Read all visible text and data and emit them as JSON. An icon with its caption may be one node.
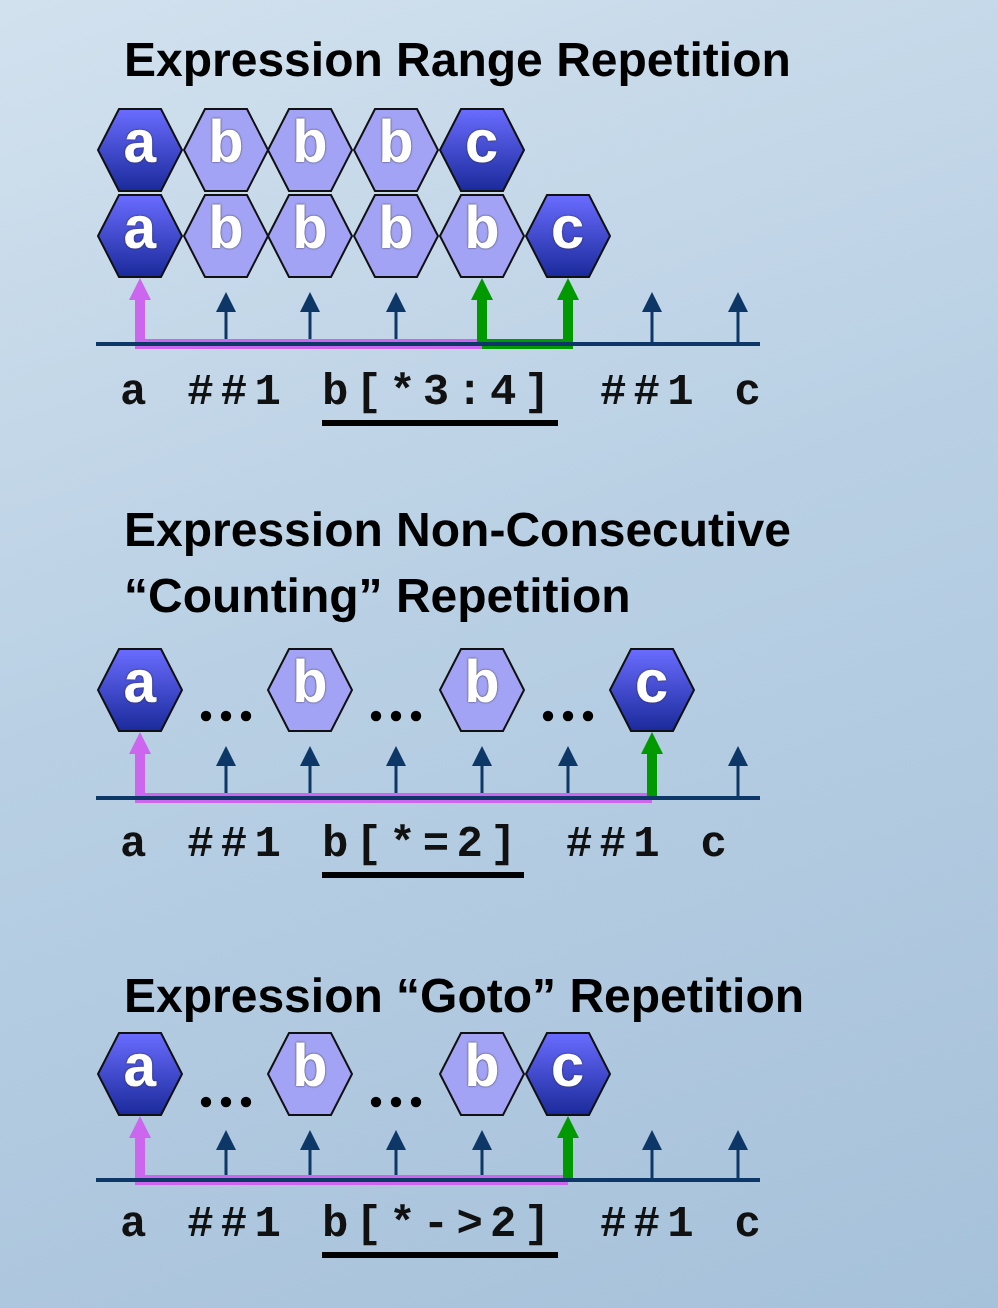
{
  "diagram": {
    "nodes": [
      {
        "text": [
          "a"
        ]
      },
      {
        "text": [
          "b"
        ]
      },
      {
        "text": [
          "b"
        ]
      },
      {
        "text": [
          "b"
        ]
      },
      {
        "text": [
          "c"
        ]
      },
      {
        "text": [
          "a"
        ]
      },
      {
        "text": [
          "b"
        ]
      },
      {
        "text": [
          "b"
        ]
      },
      {
        "text": [
          "b"
        ]
      },
      {
        "text": [
          "b"
        ]
      },
      {
        "text": [
          "c"
        ]
      },
      {
        "text": [
          "a"
        ]
      },
      {
        "text": [
          "b"
        ]
      },
      {
        "text": [
          "b"
        ]
      },
      {
        "text": [
          "c"
        ]
      },
      {
        "text": [
          "a"
        ]
      },
      {
        "text": [
          "b"
        ]
      },
      {
        "text": [
          "b"
        ]
      },
      {
        "text": [
          "c"
        ]
      },
      {
        "text": [],
        "shape": "bar"
      },
      {
        "text": [],
        "shape": "bar"
      },
      {
        "text": [],
        "shape": "bar"
      }
    ],
    "edges": [
      {
        "from": 19,
        "to": 5,
        "arrow": "to",
        "color": "#cc66ee"
      },
      {
        "from": 19,
        "to": 9,
        "arrow": "to",
        "color": "#009900"
      },
      {
        "from": 19,
        "to": 10,
        "arrow": "to",
        "color": "#009900"
      },
      {
        "from": 20,
        "to": 11,
        "arrow": "to",
        "color": "#cc66ee"
      },
      {
        "from": 20,
        "to": 14,
        "arrow": "to",
        "color": "#009900"
      },
      {
        "from": 21,
        "to": 15,
        "arrow": "to",
        "color": "#cc66ee"
      },
      {
        "from": 21,
        "to": 18,
        "arrow": "to",
        "color": "#009900"
      }
    ],
    "labels": [
      "Expression Range Repetition",
      "a ##1",
      "b[*3:4]",
      "##1 c",
      "Expression Non-Consecutive “Counting” Repetition",
      "a ##1",
      "b[*=2]",
      "##1 c",
      "Expression “Goto” Repetition",
      "a ##1",
      "b[*->2]",
      "##1 c"
    ]
  }
}
